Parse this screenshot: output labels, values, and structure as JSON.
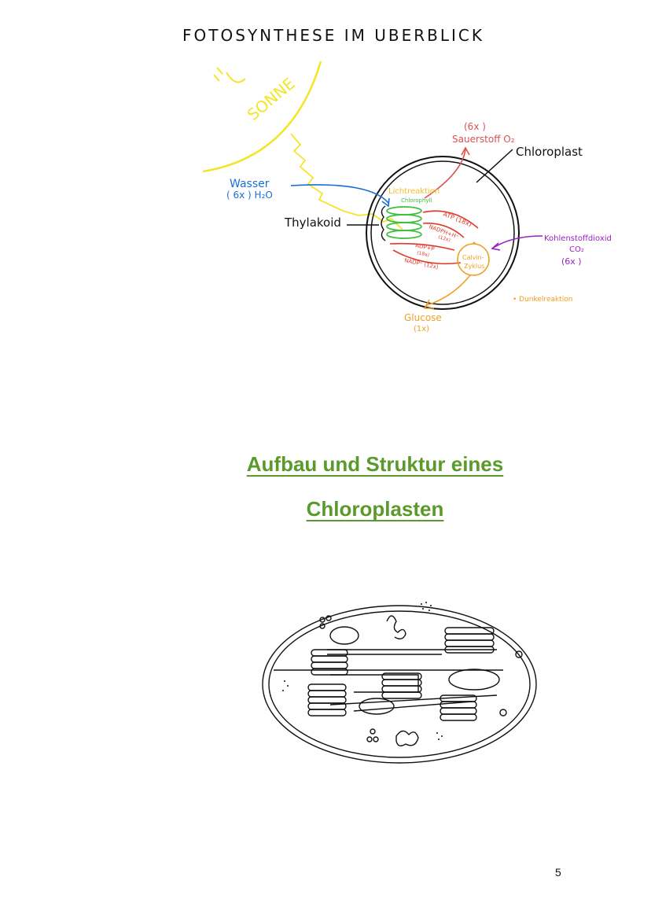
{
  "page": {
    "top_title": "FOTOSYNTHESE IM UBERBLICK",
    "page_number": "5"
  },
  "diagram": {
    "sun_label": "SONNE",
    "sun_face": "\"",
    "water_label": "Wasser",
    "water_amount": "( 6x )  H₂O",
    "oxygen_amount": "(6x )",
    "oxygen_label": "Sauerstoff O₂",
    "chloroplast_label": "Chloroplast",
    "thylakoid_label": "Thylakoid",
    "light_reaction_label": "Lichtreaktion",
    "chlorophyll_label": "Chlorophyll",
    "atp_label": "ATP (18x)",
    "nadph_label": "NADPH+H⁺",
    "nadph_amount": "(12x)",
    "adp_label": "ADP+P",
    "adp_amount": "(18x)",
    "nadp_label": "NADP⁺ (12x)",
    "calvin_label_1": "Calvin-",
    "calvin_label_2": "Zyklus",
    "co2_label": "Kohlenstoffdioxid",
    "co2_formula": "CO₂",
    "co2_amount": "(6x )",
    "dark_reaction_label": "• Dunkelreaktion",
    "glucose_label": "Glucose",
    "glucose_amount": "(1x)"
  },
  "heading": {
    "line1": "Aufbau und Struktur eines",
    "line2": "Chloroplasten"
  },
  "colors": {
    "sun": "#f2e52a",
    "water": "#1a6fd6",
    "oxygen": "#d9534f",
    "green": "#3fbf3f",
    "red": "#e03a2a",
    "orange": "#f0a020",
    "purple": "#9a1fc0",
    "heading": "#5a9a2a"
  }
}
